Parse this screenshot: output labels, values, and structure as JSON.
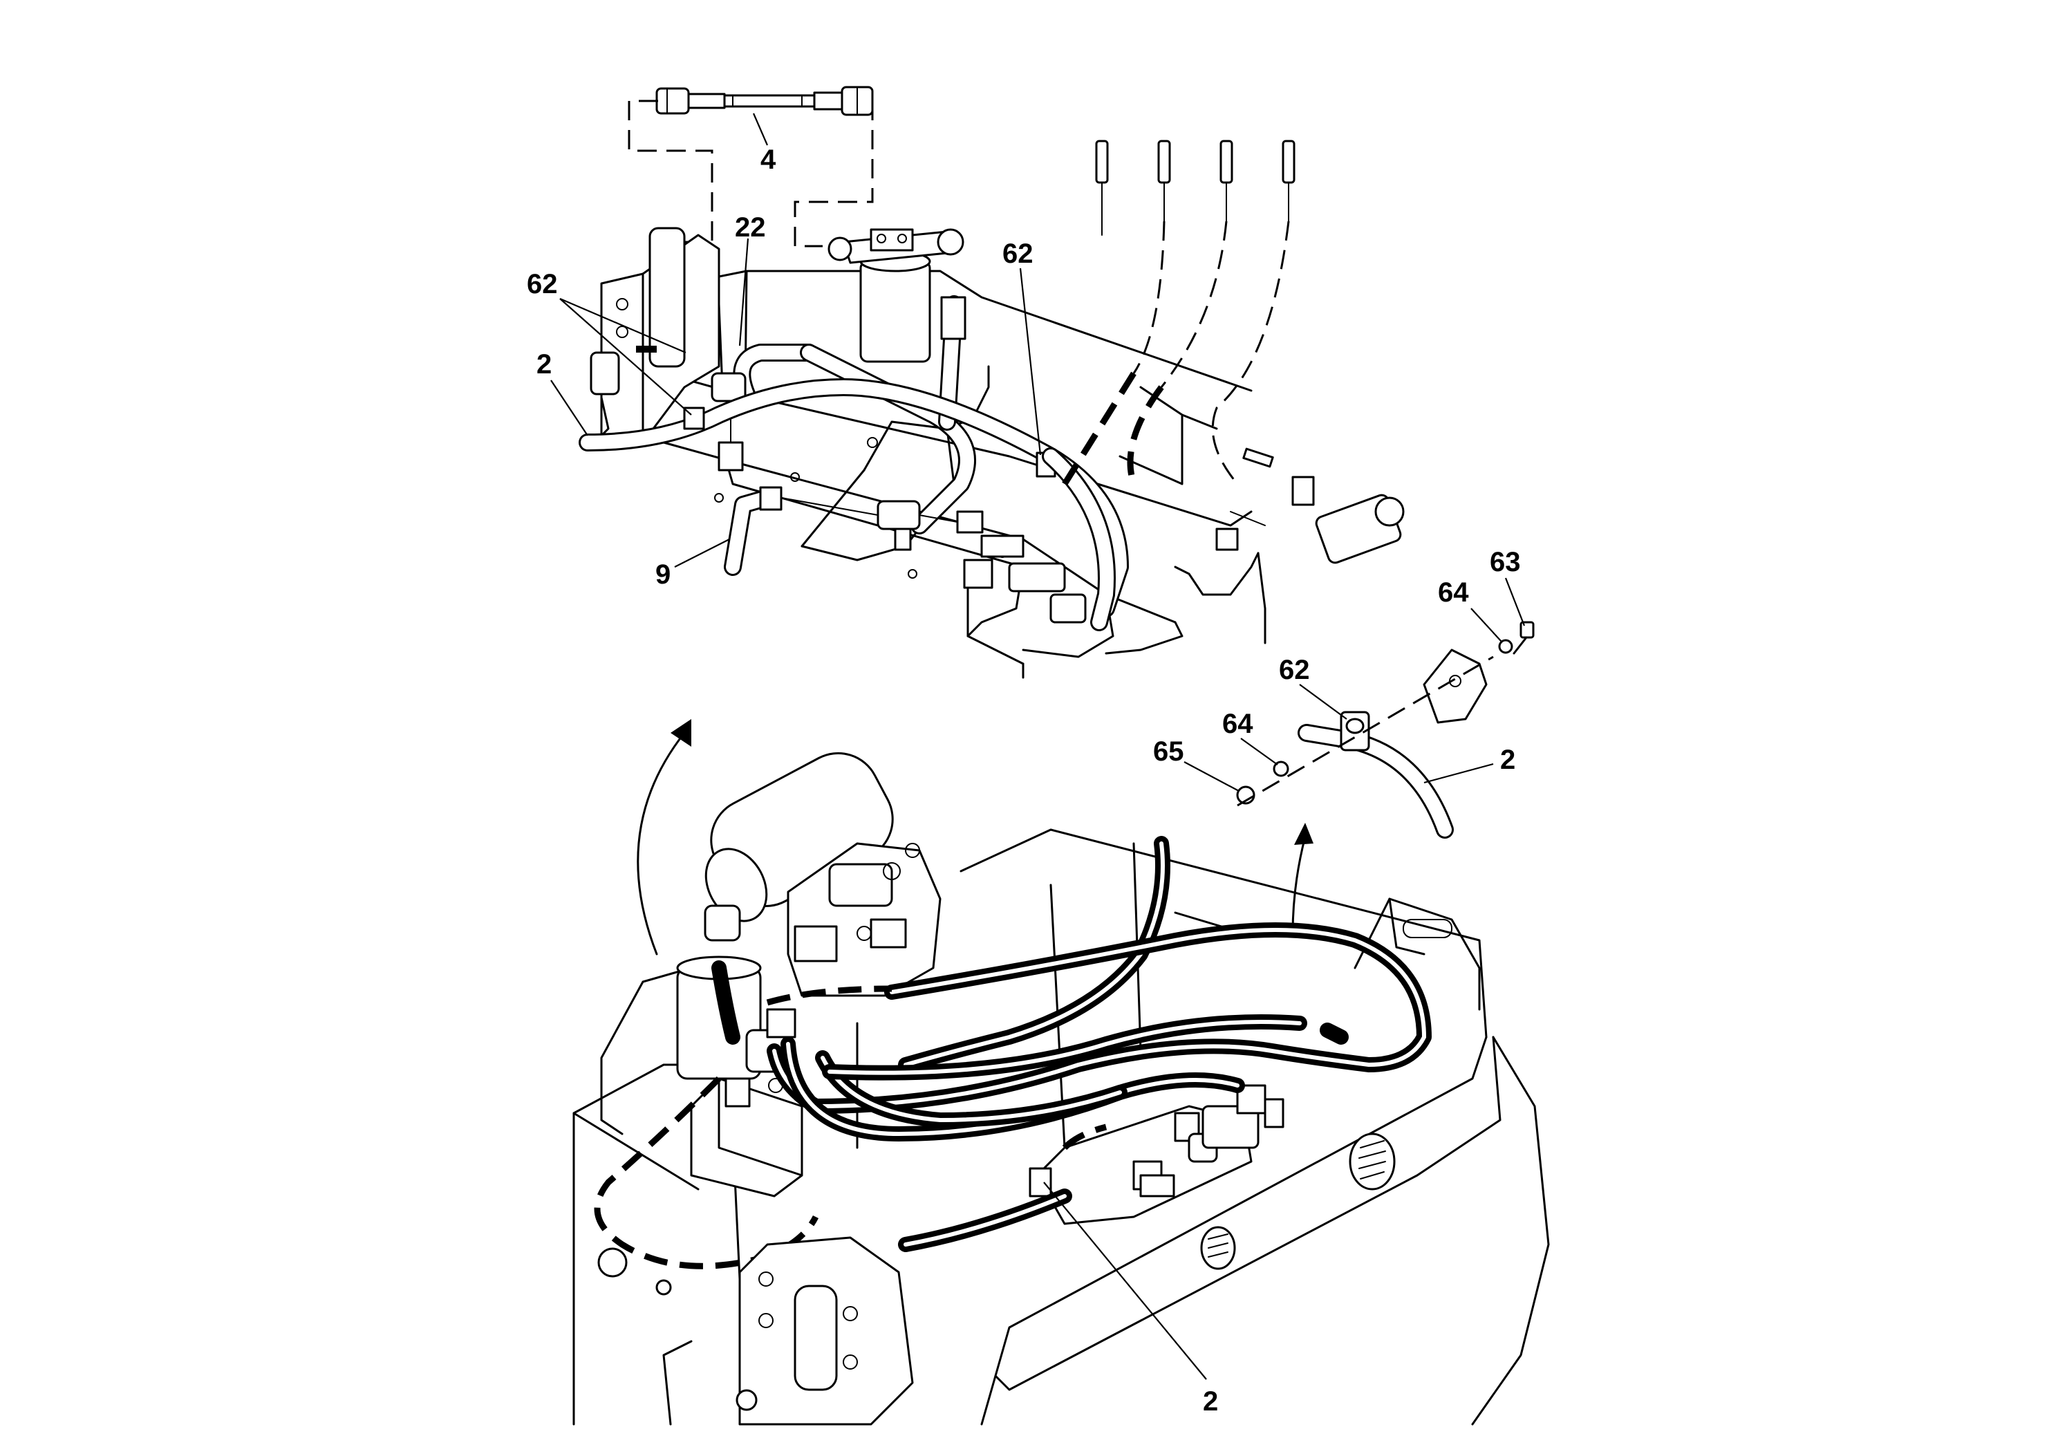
{
  "callouts": [
    {
      "id": "c-4",
      "text": "4"
    },
    {
      "id": "c-22",
      "text": "22"
    },
    {
      "id": "c-62a",
      "text": "62"
    },
    {
      "id": "c-2a",
      "text": "2"
    },
    {
      "id": "c-62b",
      "text": "62"
    },
    {
      "id": "c-9",
      "text": "9"
    },
    {
      "id": "c-63",
      "text": "63"
    },
    {
      "id": "c-64a",
      "text": "64"
    },
    {
      "id": "c-62c",
      "text": "62"
    },
    {
      "id": "c-64b",
      "text": "64"
    },
    {
      "id": "c-65",
      "text": "65"
    },
    {
      "id": "c-2b",
      "text": "2"
    },
    {
      "id": "c-2c",
      "text": "2"
    }
  ]
}
